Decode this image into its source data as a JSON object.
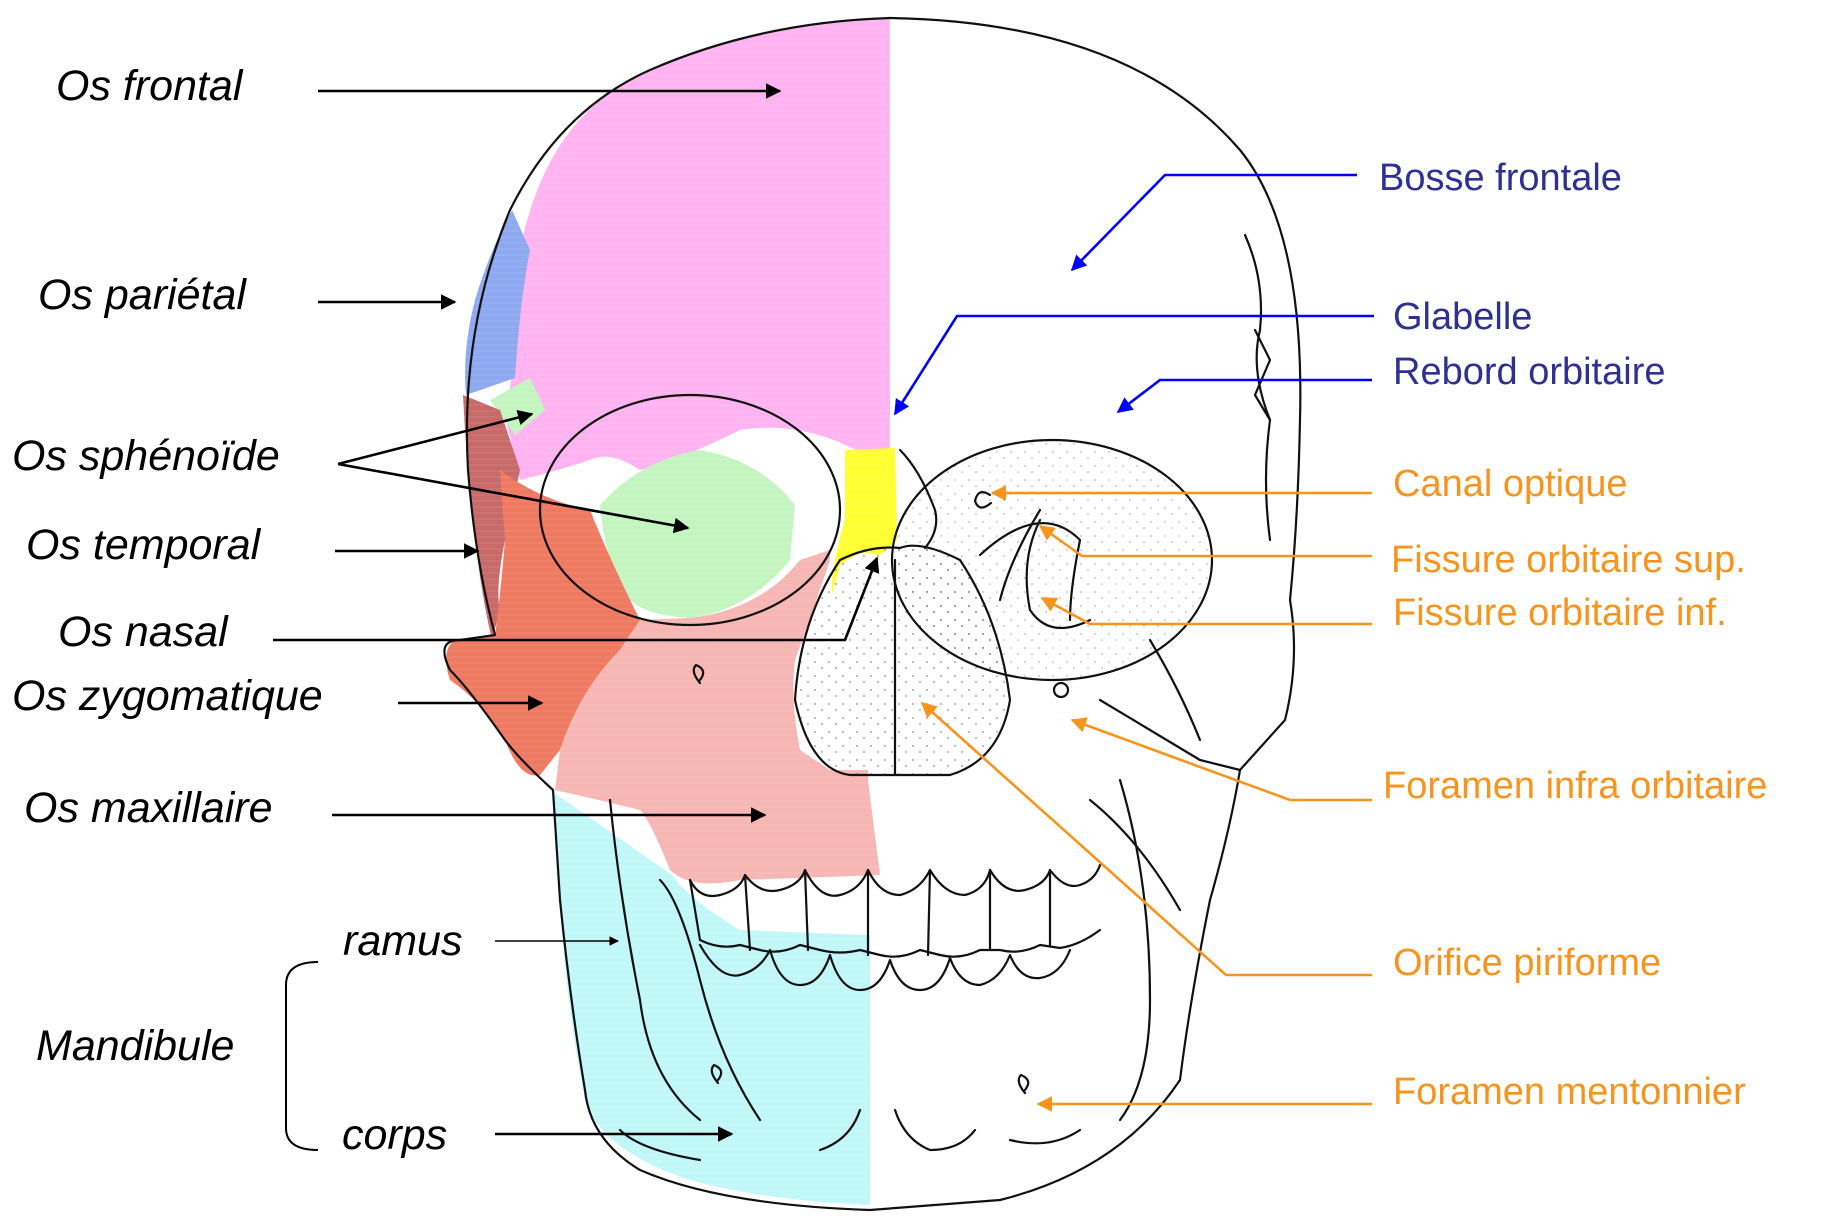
{
  "labels": {
    "os_frontal": "Os frontal",
    "os_parietal": "Os pariétal",
    "os_sphenoide": "Os sphénoïde",
    "os_temporal": "Os temporal",
    "os_nasal": "Os nasal",
    "os_zygomatique": "Os zygomatique",
    "os_maxillaire": "Os maxillaire",
    "ramus": "ramus",
    "mandibule": "Mandibule",
    "corps": "corps",
    "bosse_frontale": "Bosse frontale",
    "glabelle": "Glabelle",
    "rebord_orbitaire": "Rebord orbitaire",
    "canal_optique": "Canal optique",
    "fissure_orbitaire_sup": "Fissure orbitaire sup.",
    "fissure_orbitaire_inf": "Fissure orbitaire inf.",
    "foramen_infra_orbitaire": "Foramen infra orbitaire",
    "orifice_piriforme": "Orifice piriforme",
    "foramen_mentonnier": "Foramen mentonnier"
  },
  "colors": {
    "frontal": "#ffb3f0",
    "parietal": "#8ea9f0",
    "sphenoide": "#c4f5c0",
    "temporal": "#c86a6a",
    "zygomatique": "#ee7a62",
    "maxillaire": "#f5b6b4",
    "mandibule": "#c2f7f7",
    "nasal": "#ffff33",
    "left_text": "#000000",
    "blue_text": "#2e3192",
    "blue_arrow": "#0000ff",
    "orange": "#f7941d"
  }
}
